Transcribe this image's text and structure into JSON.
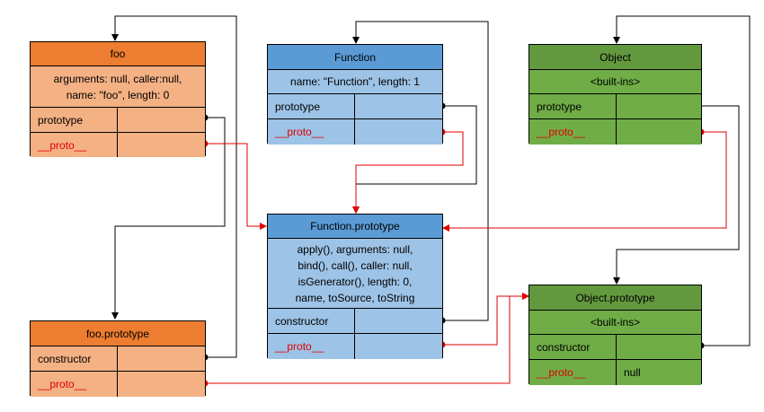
{
  "foo": {
    "title": "foo",
    "info_line1": "arguments: null, caller:null,",
    "info_line2": "name: \"foo\", length: 0",
    "prototype_label": "prototype",
    "proto_label": "__proto__"
  },
  "function": {
    "title": "Function",
    "info": "name: \"Function\", length: 1",
    "prototype_label": "prototype",
    "proto_label": "__proto__"
  },
  "object": {
    "title": "Object",
    "info": "<built-ins>",
    "prototype_label": "prototype",
    "proto_label": "__proto__"
  },
  "function_prototype": {
    "title": "Function.prototype",
    "info_lines": [
      "apply(), arguments: null,",
      "bind(), call(), caller: null,",
      "isGenerator(), length: 0,",
      "name, toSource, toString"
    ],
    "constructor_label": "constructor",
    "proto_label": "__proto__"
  },
  "foo_prototype": {
    "title": "foo.prototype",
    "constructor_label": "constructor",
    "proto_label": "__proto__"
  },
  "object_prototype": {
    "title": "Object.prototype",
    "info": "<built-ins>",
    "constructor_label": "constructor",
    "proto_label": "__proto__",
    "proto_value": "null"
  },
  "colors": {
    "orange_header": "#ed7d31",
    "orange_body": "#f4b183",
    "blue_header": "#5b9bd5",
    "blue_body": "#9dc3e6",
    "green_header": "#63993e",
    "green_body": "#70ad47",
    "proto_link": "#e00000",
    "prototype_link": "#000000"
  }
}
